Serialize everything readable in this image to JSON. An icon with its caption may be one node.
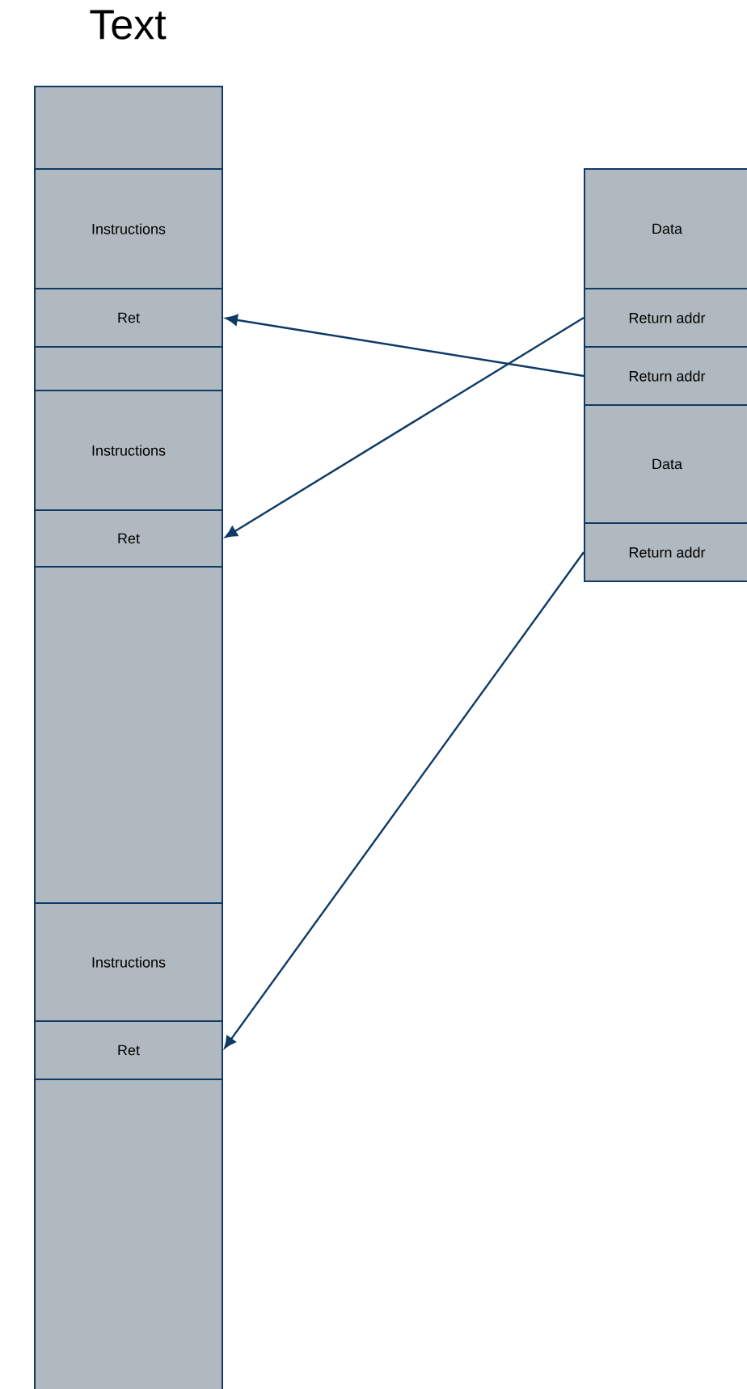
{
  "diagram": {
    "title": "Text",
    "nodes": [
      {
        "text": [],
        "shape": "box"
      },
      {
        "text": [
          "Instructions"
        ]
      },
      {
        "text": [
          "Ret"
        ]
      },
      {
        "text": [],
        "shape": "box"
      },
      {
        "text": [
          "Instructions"
        ]
      },
      {
        "text": [
          "Ret"
        ]
      },
      {
        "text": [],
        "shape": "box"
      },
      {
        "text": [
          "Instructions"
        ]
      },
      {
        "text": [
          "Ret"
        ]
      },
      {
        "text": [],
        "shape": "box"
      },
      {
        "text": [
          "Data"
        ]
      },
      {
        "text": [
          "Return addr"
        ]
      },
      {
        "text": [
          "Return addr"
        ]
      },
      {
        "text": [
          "Data"
        ]
      },
      {
        "text": [
          "Return addr"
        ]
      }
    ],
    "edges": [
      {
        "from": 11,
        "to": 5,
        "arrow": "to"
      },
      {
        "from": 12,
        "to": 2,
        "arrow": "to"
      },
      {
        "from": 14,
        "to": 8,
        "arrow": "to"
      }
    ]
  }
}
